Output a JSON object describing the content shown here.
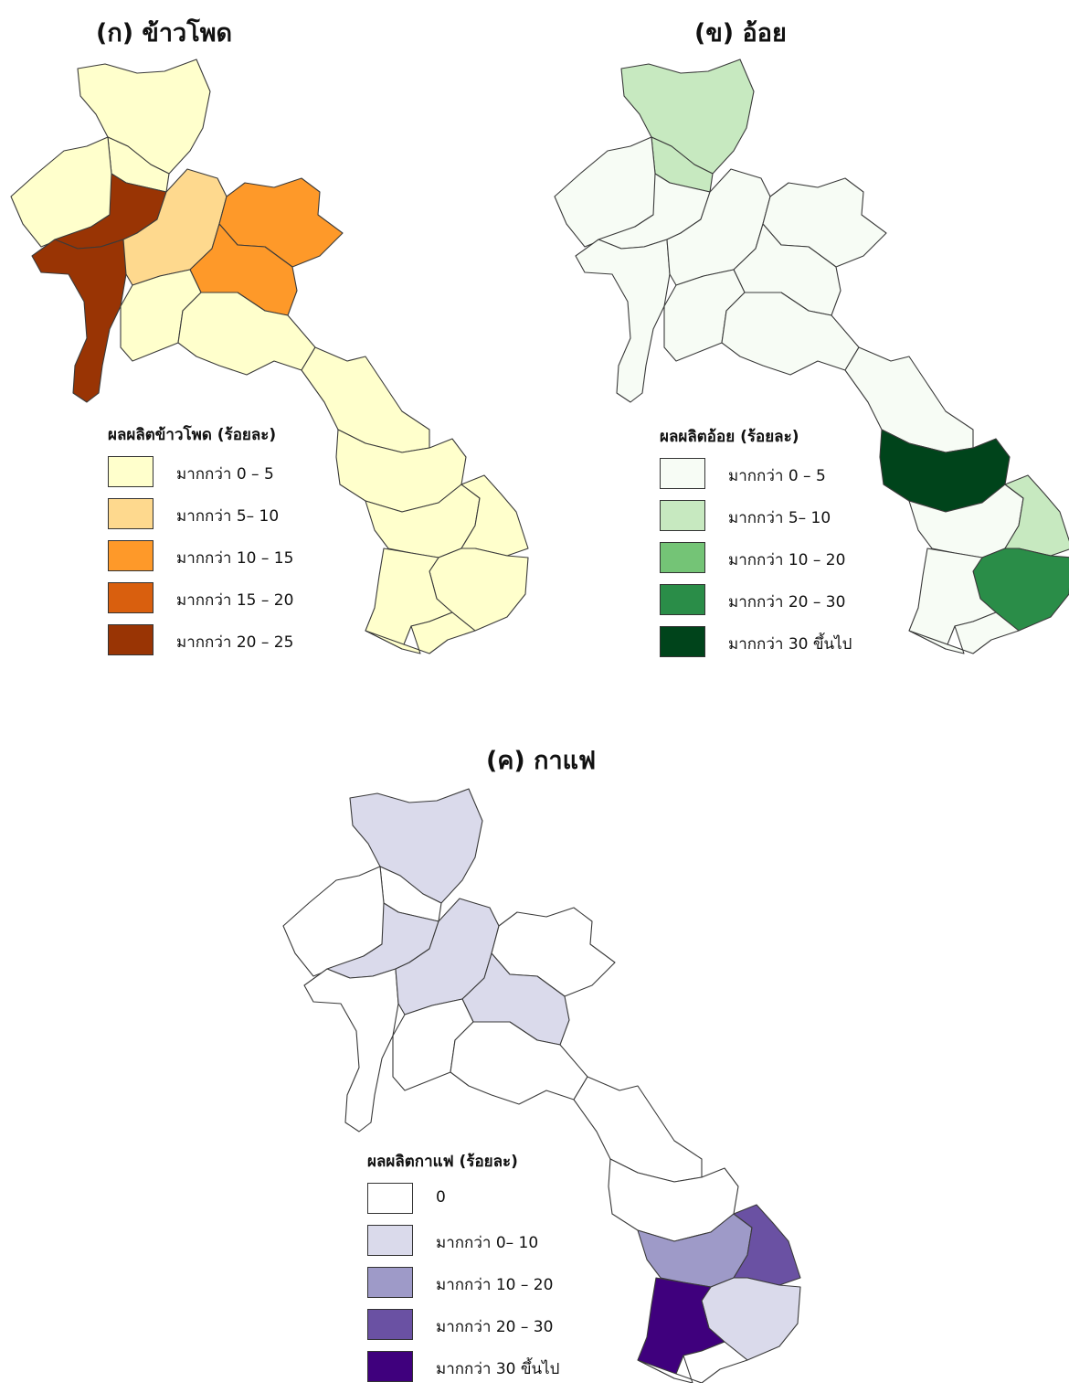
{
  "panels": [
    {
      "title": "(ก) ข้าวโพด",
      "legend": {
        "title": "ผลผลิตข้าวโพด (ร้อยละ)",
        "items": [
          {
            "label": "มากกว่า 0 – 5",
            "color": "#ffffcc"
          },
          {
            "label": "มากกว่า 5– 10",
            "color": "#fed98e"
          },
          {
            "label": "มากกว่า 10 – 15",
            "color": "#fe9929"
          },
          {
            "label": "มากกว่า 15 – 20",
            "color": "#d95f0e"
          },
          {
            "label": "มากกว่า 20 – 25",
            "color": "#993404"
          }
        ]
      },
      "regions": [
        {
          "id": "north-a",
          "class": 0
        },
        {
          "id": "north-b",
          "class": 0
        },
        {
          "id": "northwest",
          "class": 0
        },
        {
          "id": "west-a",
          "class": 4
        },
        {
          "id": "west-b",
          "class": 4
        },
        {
          "id": "center-north",
          "class": 1
        },
        {
          "id": "northeast",
          "class": 2
        },
        {
          "id": "east-center",
          "class": 2
        },
        {
          "id": "center",
          "class": 0
        },
        {
          "id": "center-south",
          "class": 0
        },
        {
          "id": "panhandle-a",
          "class": 0
        },
        {
          "id": "panhandle-b",
          "class": 0
        },
        {
          "id": "south-a",
          "class": 0
        },
        {
          "id": "south-b",
          "class": 0
        },
        {
          "id": "south-c",
          "class": 0
        },
        {
          "id": "south-d",
          "class": 0
        },
        {
          "id": "south-tip",
          "class": 0
        }
      ]
    },
    {
      "title": "(ข) อ้อย",
      "legend": {
        "title": "ผลผลิตอ้อย (ร้อยละ)",
        "items": [
          {
            "label": "มากกว่า 0 – 5",
            "color": "#f7fcf5"
          },
          {
            "label": "มากกว่า 5– 10",
            "color": "#c7e9c0"
          },
          {
            "label": "มากกว่า 10 – 20",
            "color": "#74c476"
          },
          {
            "label": "มากกว่า 20 – 30",
            "color": "#2a8d48"
          },
          {
            "label": "มากกว่า 30 ขึ้นไป",
            "color": "#00441b"
          }
        ]
      },
      "regions": [
        {
          "id": "north-a",
          "class": 1
        },
        {
          "id": "north-b",
          "class": 1
        },
        {
          "id": "northwest",
          "class": 0
        },
        {
          "id": "west-a",
          "class": 0
        },
        {
          "id": "west-b",
          "class": 0
        },
        {
          "id": "center-north",
          "class": 0
        },
        {
          "id": "northeast",
          "class": 0
        },
        {
          "id": "east-center",
          "class": 0
        },
        {
          "id": "center",
          "class": 0
        },
        {
          "id": "center-south",
          "class": 0
        },
        {
          "id": "panhandle-a",
          "class": 0
        },
        {
          "id": "panhandle-b",
          "class": 4
        },
        {
          "id": "south-a",
          "class": 0
        },
        {
          "id": "south-b",
          "class": 1
        },
        {
          "id": "south-c",
          "class": 3
        },
        {
          "id": "south-d",
          "class": 0
        },
        {
          "id": "south-tip",
          "class": 0
        }
      ]
    },
    {
      "title": "(ค) กาแฟ",
      "legend": {
        "title": "ผลผลิตกาแฟ (ร้อยละ)",
        "items": [
          {
            "label": "0",
            "color": "#ffffff"
          },
          {
            "label": "มากกว่า 0– 10",
            "color": "#dadaeb"
          },
          {
            "label": "มากกว่า 10 – 20",
            "color": "#9e9ac8"
          },
          {
            "label": "มากกว่า 20 – 30",
            "color": "#6a51a3"
          },
          {
            "label": "มากกว่า 30 ขึ้นไป",
            "color": "#3f007d"
          }
        ]
      },
      "regions": [
        {
          "id": "north-a",
          "class": 1
        },
        {
          "id": "north-b",
          "class": 0
        },
        {
          "id": "northwest",
          "class": 0
        },
        {
          "id": "west-a",
          "class": 1
        },
        {
          "id": "west-b",
          "class": 0
        },
        {
          "id": "center-north",
          "class": 1
        },
        {
          "id": "northeast",
          "class": 0
        },
        {
          "id": "east-center",
          "class": 1
        },
        {
          "id": "center",
          "class": 0
        },
        {
          "id": "center-south",
          "class": 0
        },
        {
          "id": "panhandle-a",
          "class": 0
        },
        {
          "id": "panhandle-b",
          "class": 0
        },
        {
          "id": "south-a",
          "class": 2
        },
        {
          "id": "south-b",
          "class": 3
        },
        {
          "id": "south-c",
          "class": 1
        },
        {
          "id": "south-d",
          "class": 4
        },
        {
          "id": "south-tip",
          "class": 0
        }
      ]
    }
  ]
}
